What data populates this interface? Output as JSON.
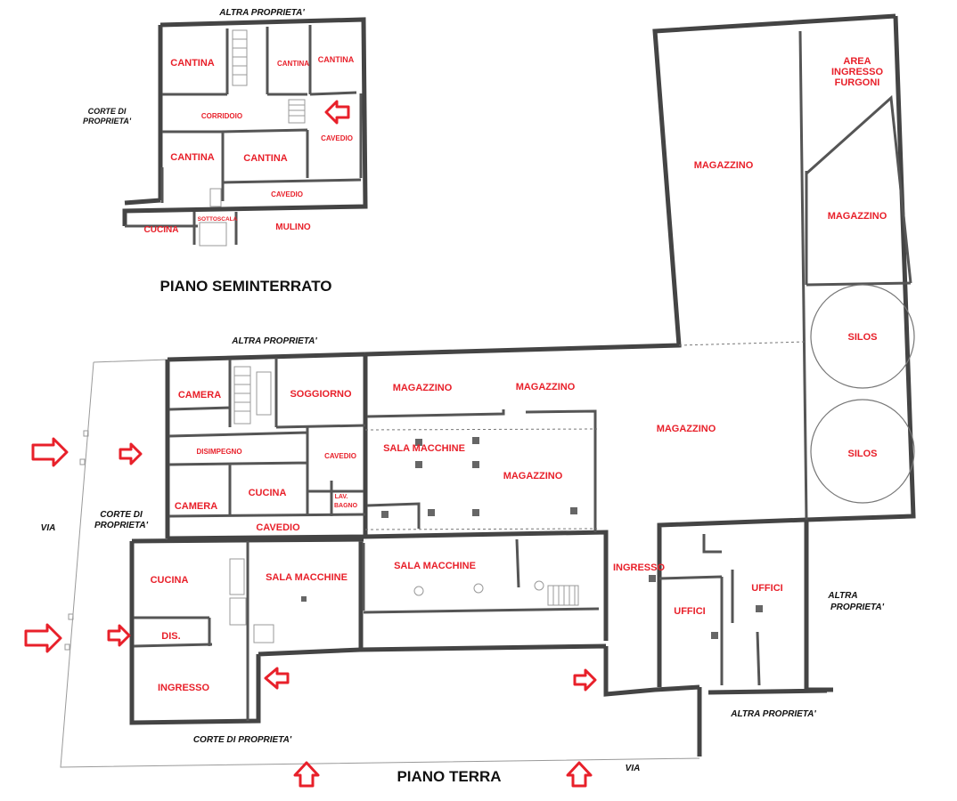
{
  "headings": {
    "basement": "PIANO SEMINTERRATO",
    "ground": "PIANO TERRA"
  },
  "basement": {
    "rooms": {
      "cantina_1": "CANTINA",
      "cantina_2": "CANTINA",
      "cantina_3": "CANTINA",
      "corridoio": "CORRIDOIO",
      "cavedio_1": "CAVEDIO",
      "cantina_4": "CANTINA",
      "cantina_5": "CANTINA",
      "cavedio_2": "CAVEDIO",
      "cucina": "CUCINA",
      "sottoscala": "SOTTOSCALA",
      "mulino": "MULINO"
    },
    "notes": {
      "altra_proprieta": "ALTRA PROPRIETA'",
      "corte_line1": "CORTE DI",
      "corte_line2": "PROPRIETA'"
    }
  },
  "ground": {
    "rooms": {
      "camera_1": "CAMERA",
      "soggiorno": "SOGGIORNO",
      "disimpegno": "DISIMPEGNO",
      "cavedio_1": "CAVEDIO",
      "camera_2": "CAMERA",
      "cucina_1": "CUCINA",
      "lav": "LAV.",
      "bagno": "BAGNO",
      "cavedio_2": "CAVEDIO",
      "magazzino_1": "MAGAZZINO",
      "magazzino_2": "MAGAZZINO",
      "sala_macchine_1": "SALA MACCHINE",
      "magazzino_3": "MAGAZZINO",
      "magazzino_4": "MAGAZZINO",
      "magazzino_5": "MAGAZZINO",
      "magazzino_6": "MAGAZZINO",
      "area_line1": "AREA",
      "area_line2": "INGRESSO",
      "area_line3": "FURGONI",
      "silos_1": "SILOS",
      "silos_2": "SILOS",
      "cucina_2": "CUCINA",
      "sala_macchine_2": "SALA MACCHINE",
      "sala_macchine_3": "SALA MACCHINE",
      "dis": "DIS.",
      "ingresso_1": "INGRESSO",
      "ingresso_2": "INGRESSO",
      "uffici_1": "UFFICI",
      "uffici_2": "UFFICI"
    },
    "notes": {
      "altra_proprieta_top": "ALTRA PROPRIETA'",
      "corte_line1": "CORTE DI",
      "corte_line2": "PROPRIETA'",
      "via_left": "VIA",
      "corte_bottom": "CORTE DI PROPRIETA'",
      "via_bottom": "VIA",
      "altra_right_line1": "ALTRA",
      "altra_right_line2": "PROPRIETA'",
      "altra_bottom": "ALTRA PROPRIETA'"
    }
  },
  "colors": {
    "room_label": "#e8202a",
    "arrow": "#e8202a",
    "wall": "#444444"
  },
  "icons": {
    "entrance_arrow": "arrow-icon"
  }
}
